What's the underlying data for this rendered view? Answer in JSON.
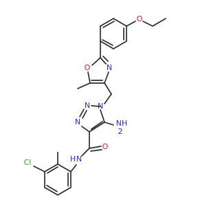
{
  "colors": {
    "bond": "#2b2b2b",
    "N": "#2a2ad6",
    "O": "#d62020",
    "Cl": "#22a022",
    "background": "#ffffff"
  },
  "labels": {
    "oxazole_o": "O",
    "oxazole_n": "N",
    "ether_o": "O",
    "triazole_n1": "N",
    "triazole_n2": "N",
    "triazole_n3": "N",
    "amine_line1": "NH",
    "amine_line2": "2",
    "amide_o": "O",
    "amide_nh": "N",
    "amide_h": "H",
    "chloro": "Cl"
  }
}
